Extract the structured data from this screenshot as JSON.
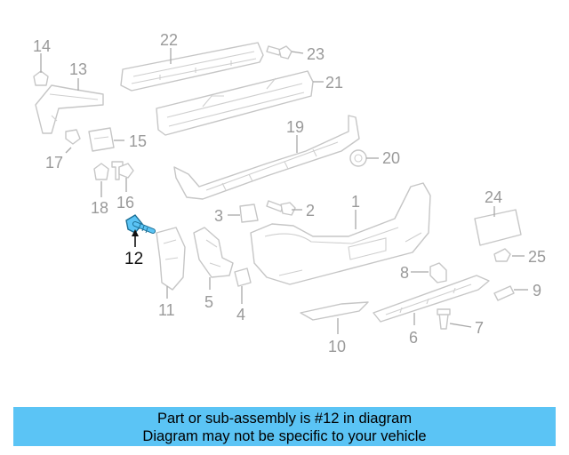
{
  "diagram": {
    "callouts": [
      {
        "id": "c14",
        "label": "14",
        "highlight": false
      },
      {
        "id": "c22",
        "label": "22",
        "highlight": false
      },
      {
        "id": "c23",
        "label": "23",
        "highlight": false
      },
      {
        "id": "c13",
        "label": "13",
        "highlight": false
      },
      {
        "id": "c21",
        "label": "21",
        "highlight": false
      },
      {
        "id": "c15",
        "label": "15",
        "highlight": false
      },
      {
        "id": "c19",
        "label": "19",
        "highlight": false
      },
      {
        "id": "c17",
        "label": "17",
        "highlight": false
      },
      {
        "id": "c20",
        "label": "20",
        "highlight": false
      },
      {
        "id": "c18",
        "label": "18",
        "highlight": false
      },
      {
        "id": "c16",
        "label": "16",
        "highlight": false
      },
      {
        "id": "c24",
        "label": "24",
        "highlight": false
      },
      {
        "id": "c3",
        "label": "3",
        "highlight": false
      },
      {
        "id": "c2",
        "label": "2",
        "highlight": false
      },
      {
        "id": "c1",
        "label": "1",
        "highlight": false
      },
      {
        "id": "c12",
        "label": "12",
        "highlight": true
      },
      {
        "id": "c25",
        "label": "25",
        "highlight": false
      },
      {
        "id": "c8",
        "label": "8",
        "highlight": false
      },
      {
        "id": "c9",
        "label": "9",
        "highlight": false
      },
      {
        "id": "c11",
        "label": "11",
        "highlight": false
      },
      {
        "id": "c5",
        "label": "5",
        "highlight": false
      },
      {
        "id": "c4",
        "label": "4",
        "highlight": false
      },
      {
        "id": "c7",
        "label": "7",
        "highlight": false
      },
      {
        "id": "c6",
        "label": "6",
        "highlight": false
      },
      {
        "id": "c10",
        "label": "10",
        "highlight": false
      }
    ],
    "colors": {
      "line": "#c6c6c6",
      "label": "#9a9a9a",
      "highlight_part": "#5bc4f5",
      "highlight_label": "#111111"
    }
  },
  "caption": {
    "line1": "Part or sub-assembly is #12 in diagram",
    "line2": "Diagram may not be specific to your vehicle",
    "background": "#5bc4f5"
  }
}
